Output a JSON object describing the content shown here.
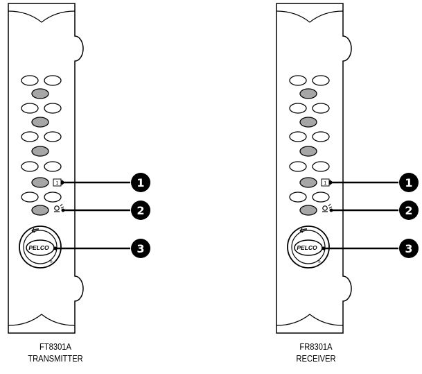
{
  "units": [
    {
      "model": "FT8301A",
      "role": "TRANSMITTER",
      "callouts": [
        "1",
        "2",
        "3"
      ],
      "logo_text": "PELCO",
      "indicator_label": "1"
    },
    {
      "model": "FR8301A",
      "role": "RECEIVER",
      "callouts": [
        "1",
        "2",
        "3"
      ],
      "logo_text": "PELCO",
      "indicator_label": "1"
    }
  ],
  "colors": {
    "outline": "#000000",
    "led_gray": "#a6a6a6",
    "callout_fill": "#000000"
  }
}
